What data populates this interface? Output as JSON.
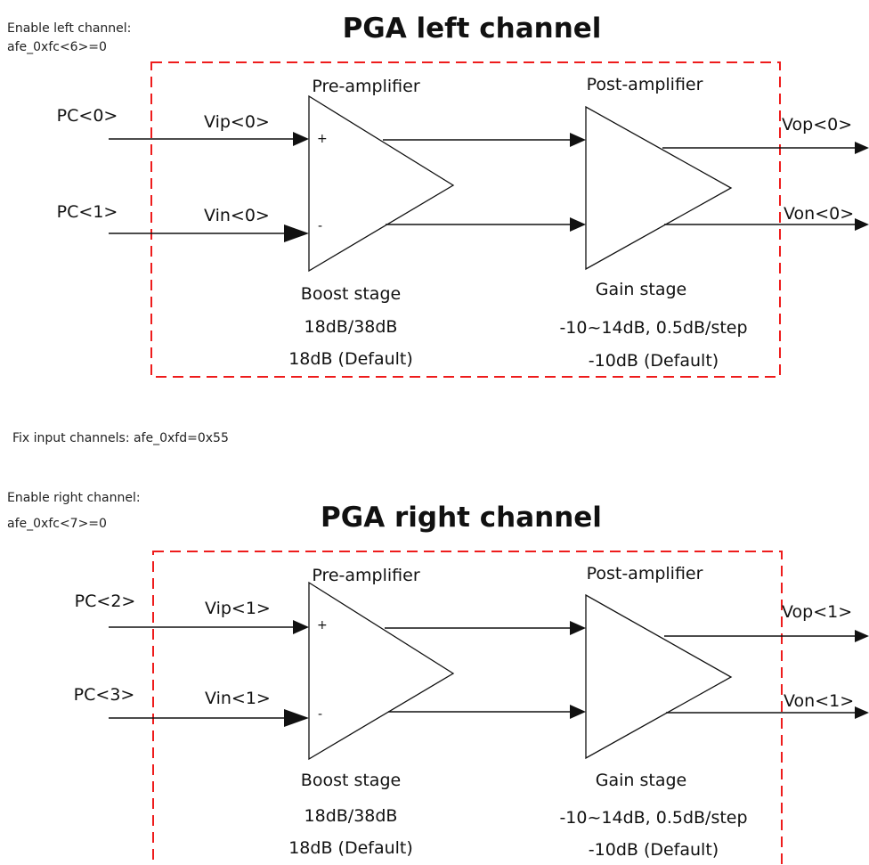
{
  "middle_note": "Fix input channels: afe_0xfd=0x55",
  "channels": [
    {
      "enable_line1": "Enable left channel:",
      "enable_line2": "afe_0xfc<6>=0",
      "title": "PGA left channel",
      "pre_label": "Pre-amplifier",
      "post_label": "Post-amplifier",
      "in_p_pin": "PC<0>",
      "in_n_pin": "PC<1>",
      "vip": "Vip<0>",
      "vin": "Vin<0>",
      "vop": "Vop<0>",
      "von": "Von<0>",
      "plus": "+",
      "minus": "-",
      "boost_name": "Boost stage",
      "boost_range": "18dB/38dB",
      "boost_default": "18dB (Default)",
      "gain_name": "Gain stage",
      "gain_range": "-10~14dB, 0.5dB/step",
      "gain_default": "-10dB (Default)"
    },
    {
      "enable_line1": "Enable right channel:",
      "enable_line2": "afe_0xfc<7>=0",
      "title": "PGA right channel",
      "pre_label": "Pre-amplifier",
      "post_label": "Post-amplifier",
      "in_p_pin": "PC<2>",
      "in_n_pin": "PC<3>",
      "vip": "Vip<1>",
      "vin": "Vin<1>",
      "vop": "Vop<1>",
      "von": "Von<1>",
      "plus": "+",
      "minus": "-",
      "boost_name": "Boost stage",
      "boost_range": "18dB/38dB",
      "boost_default": "18dB (Default)",
      "gain_name": "Gain stage",
      "gain_range": "-10~14dB, 0.5dB/step",
      "gain_default": "-10dB (Default)"
    }
  ],
  "colors": {
    "boundary": "#ee1c1c",
    "line": "#111111",
    "background": "#ffffff"
  }
}
